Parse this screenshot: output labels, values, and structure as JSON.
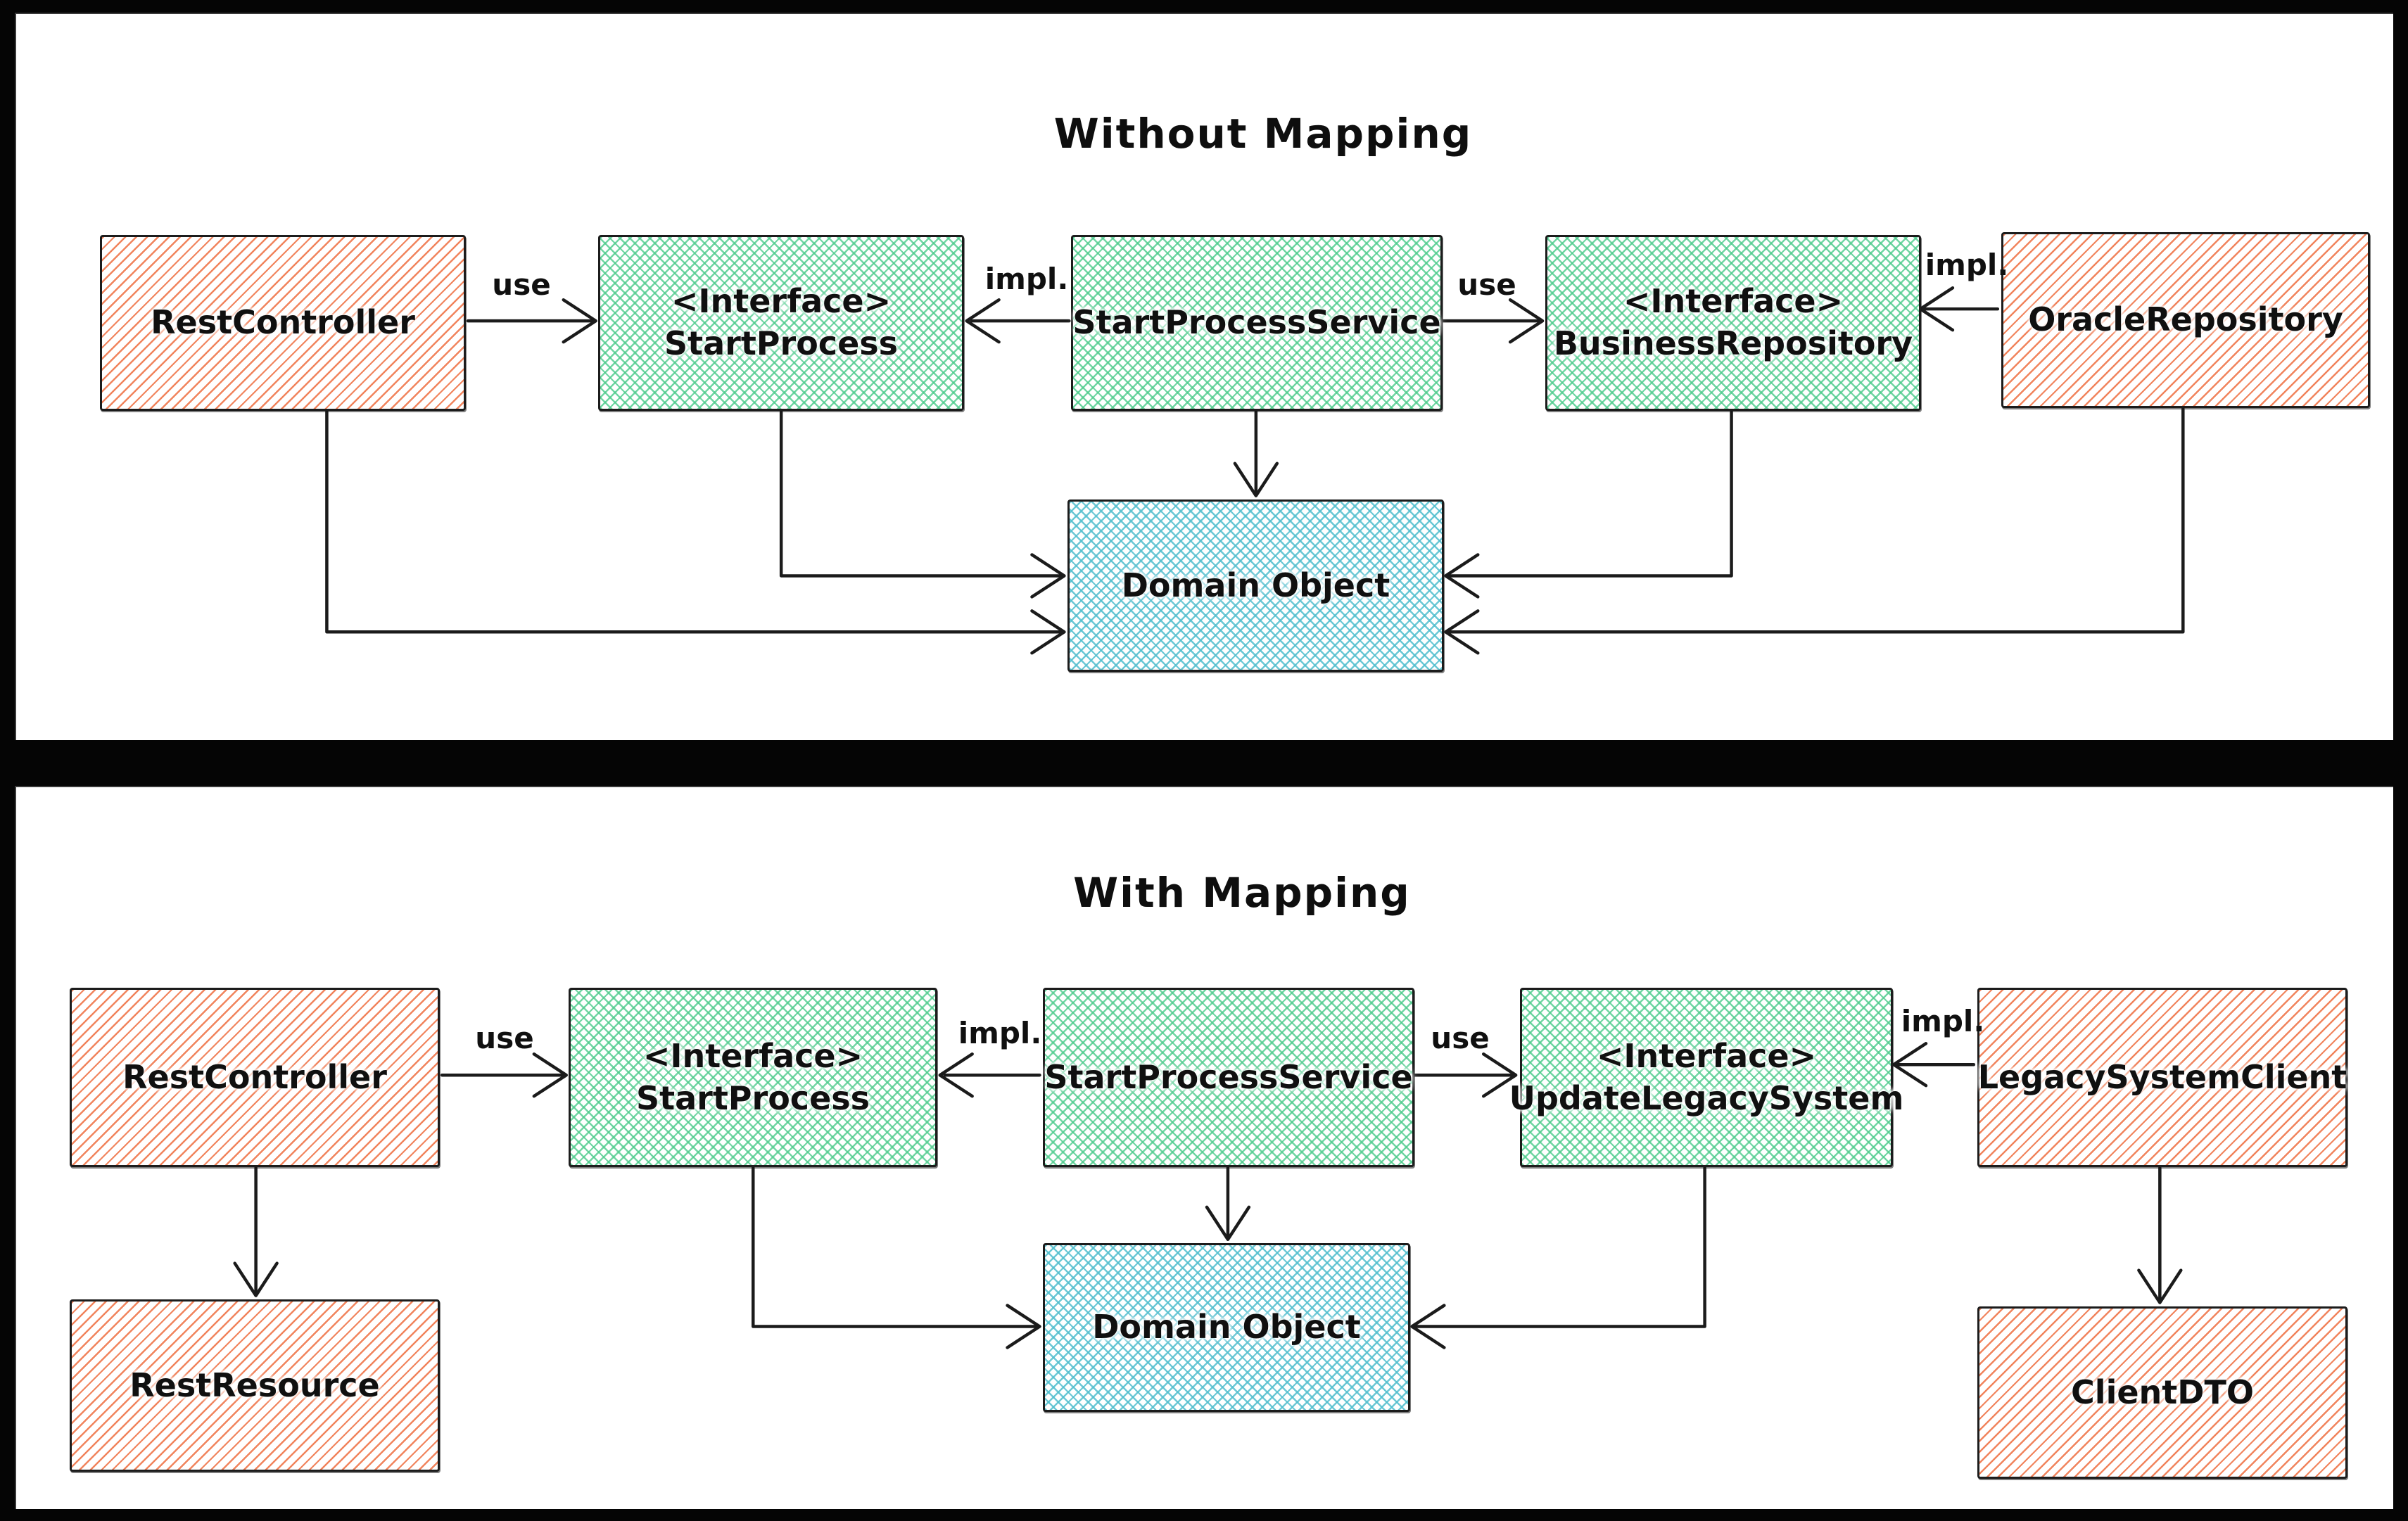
{
  "colors": {
    "background": "#000000",
    "panel": "#ffffff",
    "ink": "#1b1b1b",
    "salmon_hatch": "#f07d54",
    "green_hatch": "#4dcb8c",
    "cyan_hatch": "#52bece"
  },
  "panels": [
    {
      "title": "Without Mapping",
      "boxes": {
        "rest_controller": {
          "label": "RestController"
        },
        "start_process": {
          "line1": "<Interface>",
          "line2": "StartProcess"
        },
        "start_process_service": {
          "label": "StartProcessService"
        },
        "business_repository": {
          "line1": "<Interface>",
          "line2": "BusinessRepository"
        },
        "oracle_repository": {
          "label": "OracleRepository"
        },
        "domain_object": {
          "label": "Domain Object"
        }
      },
      "edge_labels": {
        "use_left": "use",
        "impl_left": "impl.",
        "use_right": "use",
        "impl_right": "impl."
      }
    },
    {
      "title": "With Mapping",
      "boxes": {
        "rest_controller": {
          "label": "RestController"
        },
        "rest_resource": {
          "label": "RestResource"
        },
        "start_process": {
          "line1": "<Interface>",
          "line2": "StartProcess"
        },
        "start_process_service": {
          "label": "StartProcessService"
        },
        "update_legacy_system": {
          "line1": "<Interface>",
          "line2": "UpdateLegacySystem"
        },
        "legacy_system_client": {
          "label": "LegacySystemClient"
        },
        "domain_object": {
          "label": "Domain Object"
        },
        "client_dto": {
          "label": "ClientDTO"
        }
      },
      "edge_labels": {
        "use_left": "use",
        "impl_left": "impl.",
        "use_right": "use",
        "impl_right": "impl."
      }
    }
  ]
}
